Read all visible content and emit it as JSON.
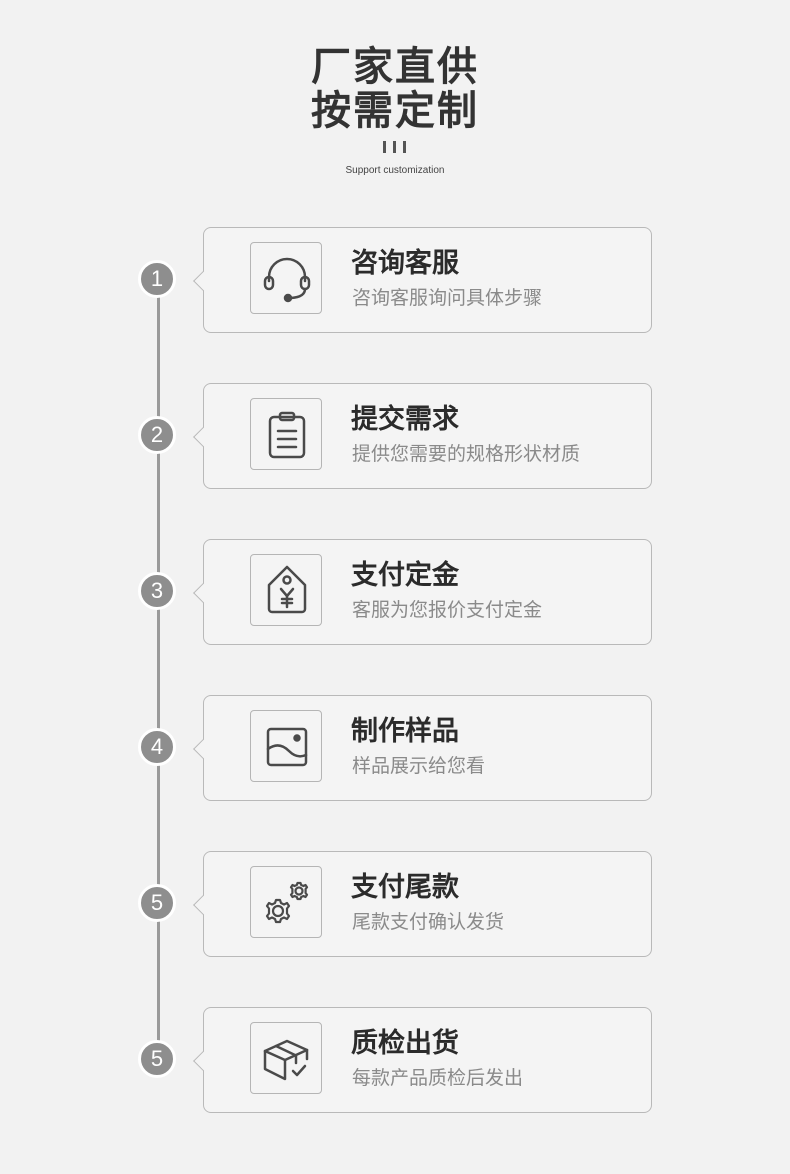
{
  "header": {
    "title_line1": "厂家直供",
    "title_line2": "按需定制",
    "subtitle": "Support customization"
  },
  "steps": [
    {
      "number": "1",
      "title": "咨询客服",
      "desc": "咨询客服询问具体步骤",
      "icon": "headset-icon"
    },
    {
      "number": "2",
      "title": "提交需求",
      "desc": "提供您需要的规格形状材质",
      "icon": "clipboard-icon"
    },
    {
      "number": "3",
      "title": "支付定金",
      "desc": "客服为您报价支付定金",
      "icon": "price-tag-yen-icon"
    },
    {
      "number": "4",
      "title": "制作样品",
      "desc": "样品展示给您看",
      "icon": "image-icon"
    },
    {
      "number": "5",
      "title": "支付尾款",
      "desc": "尾款支付确认发货",
      "icon": "gears-icon"
    },
    {
      "number": "5",
      "title": "质检出货",
      "desc": "每款产品质检后发出",
      "icon": "box-check-icon"
    }
  ],
  "colors": {
    "background": "#f2f2f2",
    "title": "#333333",
    "circle": "#8e8e8e",
    "card_border": "#b9b9b9",
    "desc_text": "#8a8a8a"
  }
}
